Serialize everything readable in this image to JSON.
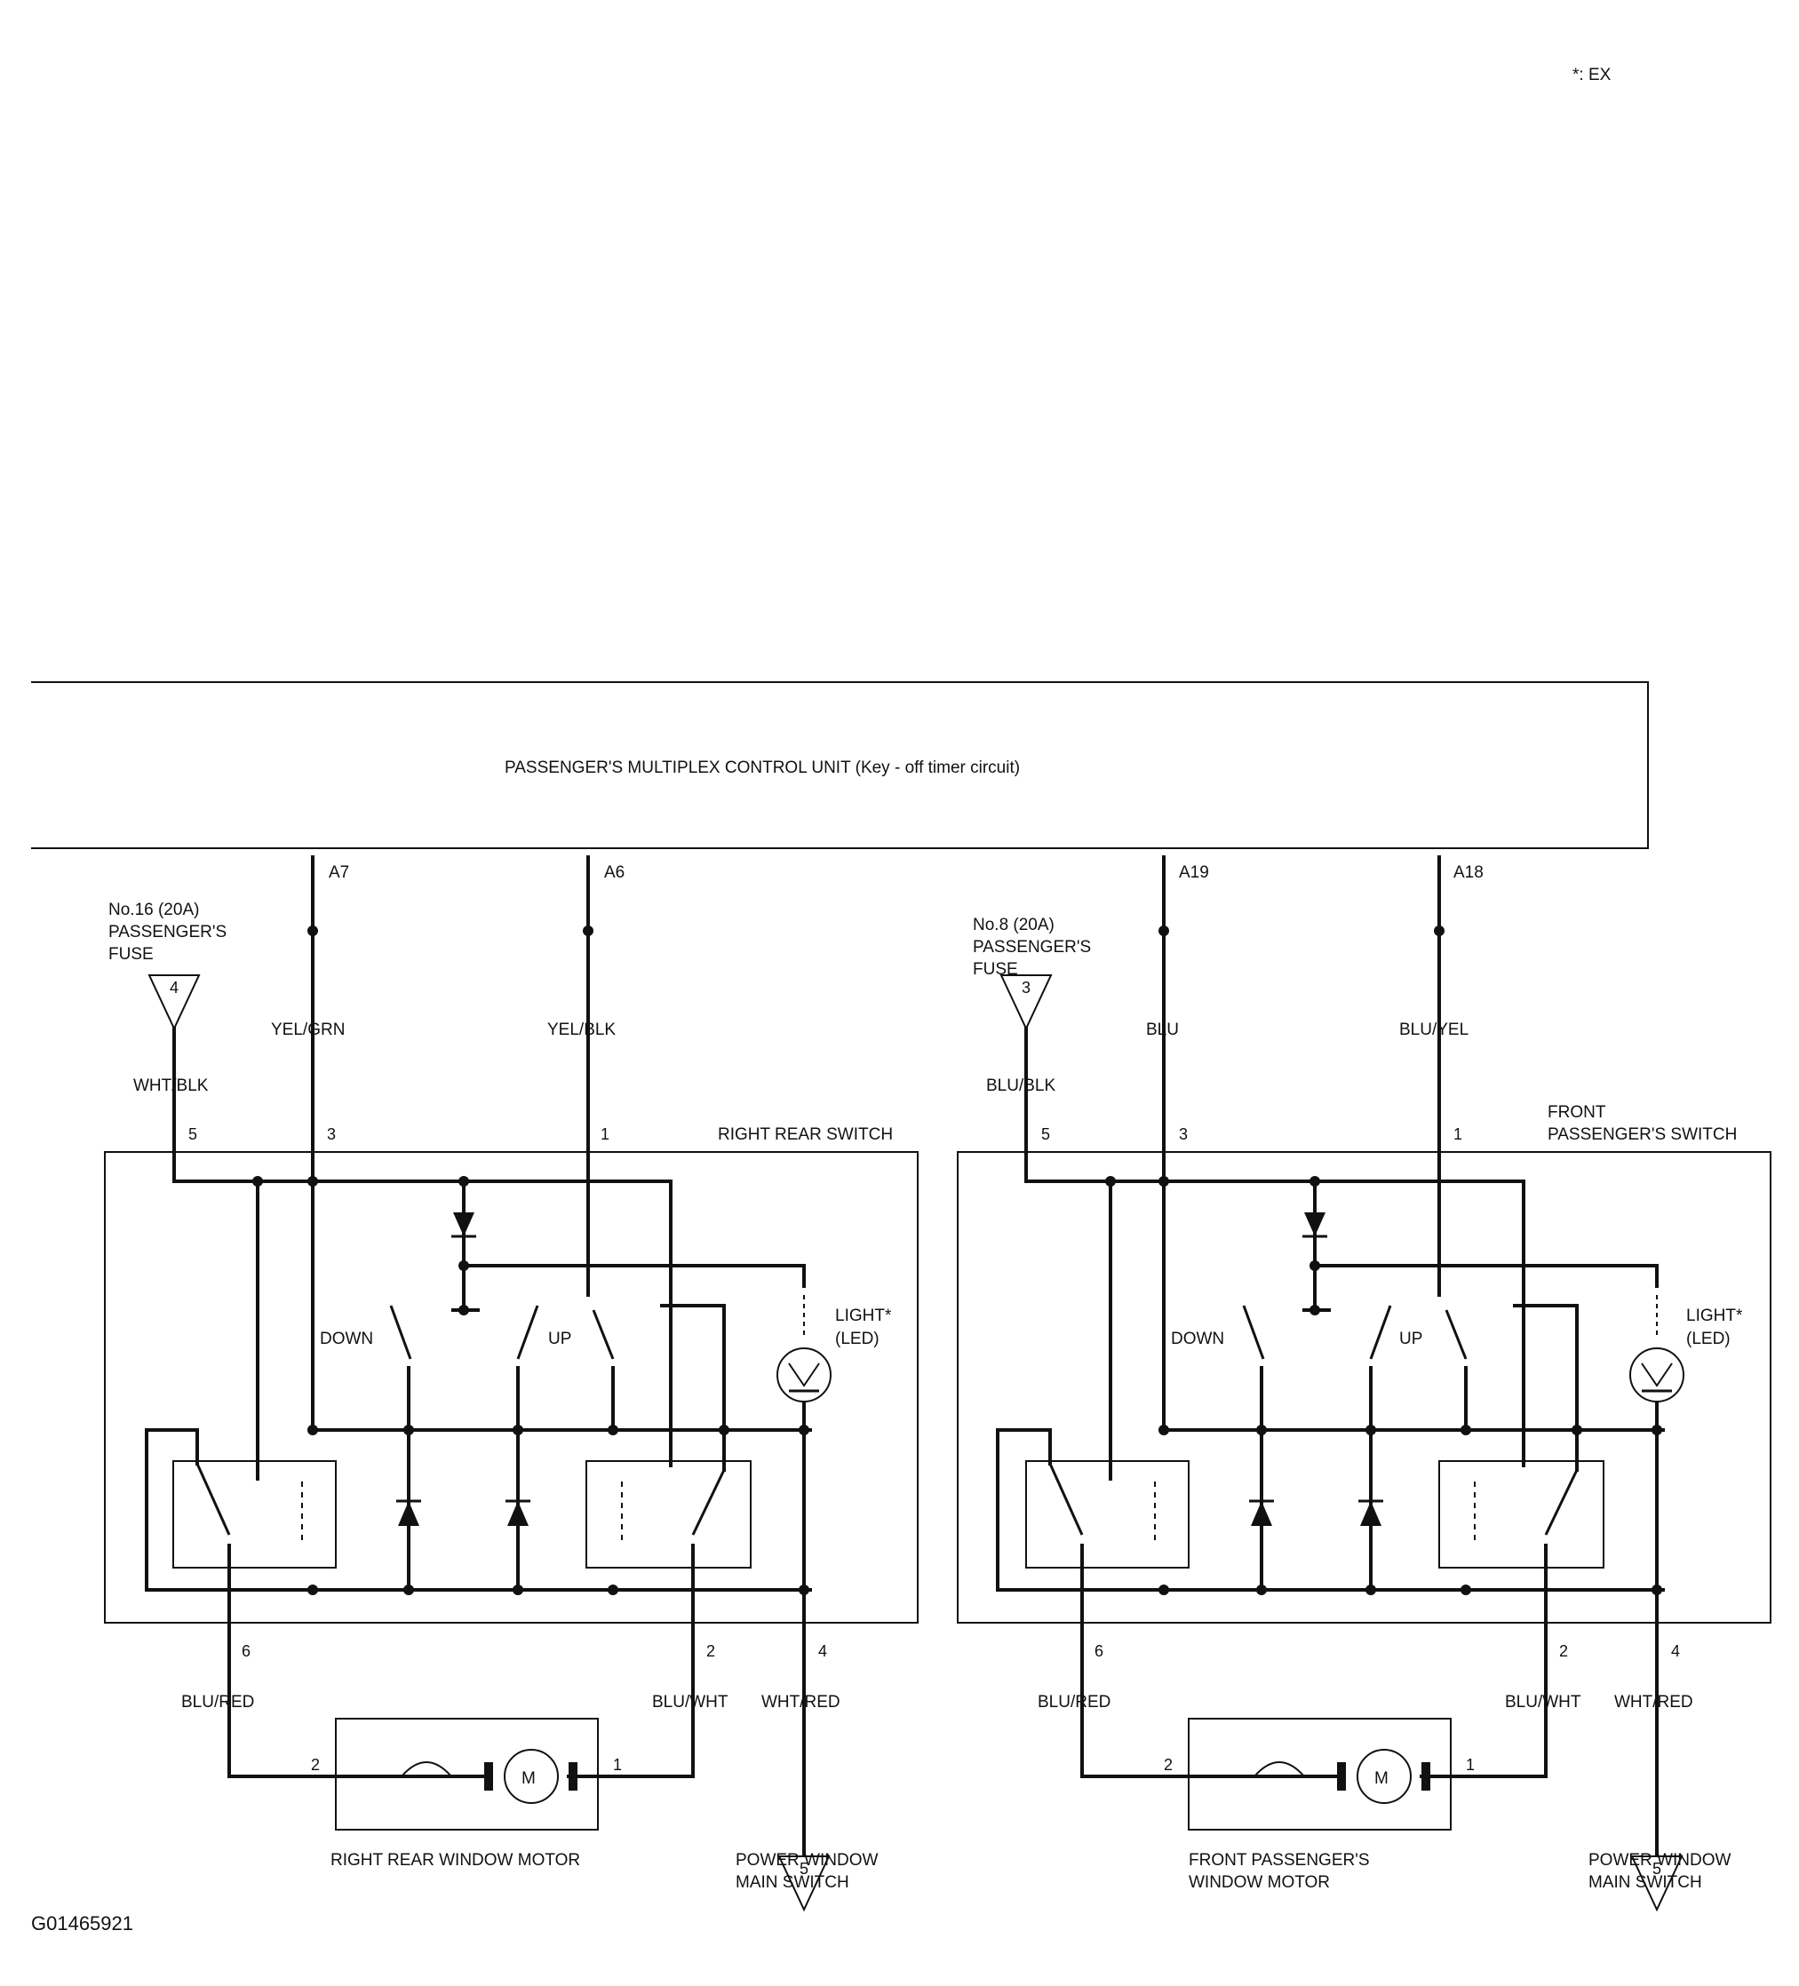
{
  "note": "*: EX",
  "figure_id": "G01465921",
  "control_unit": {
    "label": "PASSENGER'S MULTIPLEX CONTROL UNIT (Key - off timer circuit)"
  },
  "connectors": {
    "a7": "A7",
    "a6": "A6",
    "a19": "A19",
    "a18": "A18"
  },
  "left": {
    "fuse_line1": "No.16 (20A)",
    "fuse_line2": "PASSENGER'S",
    "fuse_line3": "FUSE",
    "fuse_pin": "4",
    "fuse_wire": "WHT/BLK",
    "wire_a": "YEL/GRN",
    "wire_b": "YEL/BLK",
    "switch_title": "RIGHT REAR SWITCH",
    "pin5": "5",
    "pin3": "3",
    "pin1": "1",
    "pin6": "6",
    "pin2": "2",
    "pin4": "4",
    "down": "DOWN",
    "up": "UP",
    "light": "LIGHT*",
    "led": "(LED)",
    "wire_6": "BLU/RED",
    "wire_2": "BLU/WHT",
    "wire_4": "WHT/RED",
    "motor_pin2": "2",
    "motor_pin1": "1",
    "motor_symbol": "M",
    "motor_label1": "RIGHT REAR WINDOW MOTOR",
    "motor_label2": "",
    "main_pin": "5",
    "main_label1": "POWER WINDOW",
    "main_label2": "MAIN SWITCH"
  },
  "right": {
    "fuse_line1": "No.8 (20A)",
    "fuse_line2": "PASSENGER'S",
    "fuse_line3": "FUSE",
    "fuse_pin": "3",
    "fuse_wire": "BLU/BLK",
    "wire_a": "BLU",
    "wire_b": "BLU/YEL",
    "switch_title": "FRONT",
    "switch_title2": "PASSENGER'S SWITCH",
    "pin5": "5",
    "pin3": "3",
    "pin1": "1",
    "pin6": "6",
    "pin2": "2",
    "pin4": "4",
    "down": "DOWN",
    "up": "UP",
    "light": "LIGHT*",
    "led": "(LED)",
    "wire_6": "BLU/RED",
    "wire_2": "BLU/WHT",
    "wire_4": "WHT/RED",
    "motor_pin2": "2",
    "motor_pin1": "1",
    "motor_symbol": "M",
    "motor_label1": "FRONT PASSENGER'S",
    "motor_label2": "WINDOW MOTOR",
    "main_pin": "5",
    "main_label1": "POWER WINDOW",
    "main_label2": "MAIN SWITCH"
  }
}
